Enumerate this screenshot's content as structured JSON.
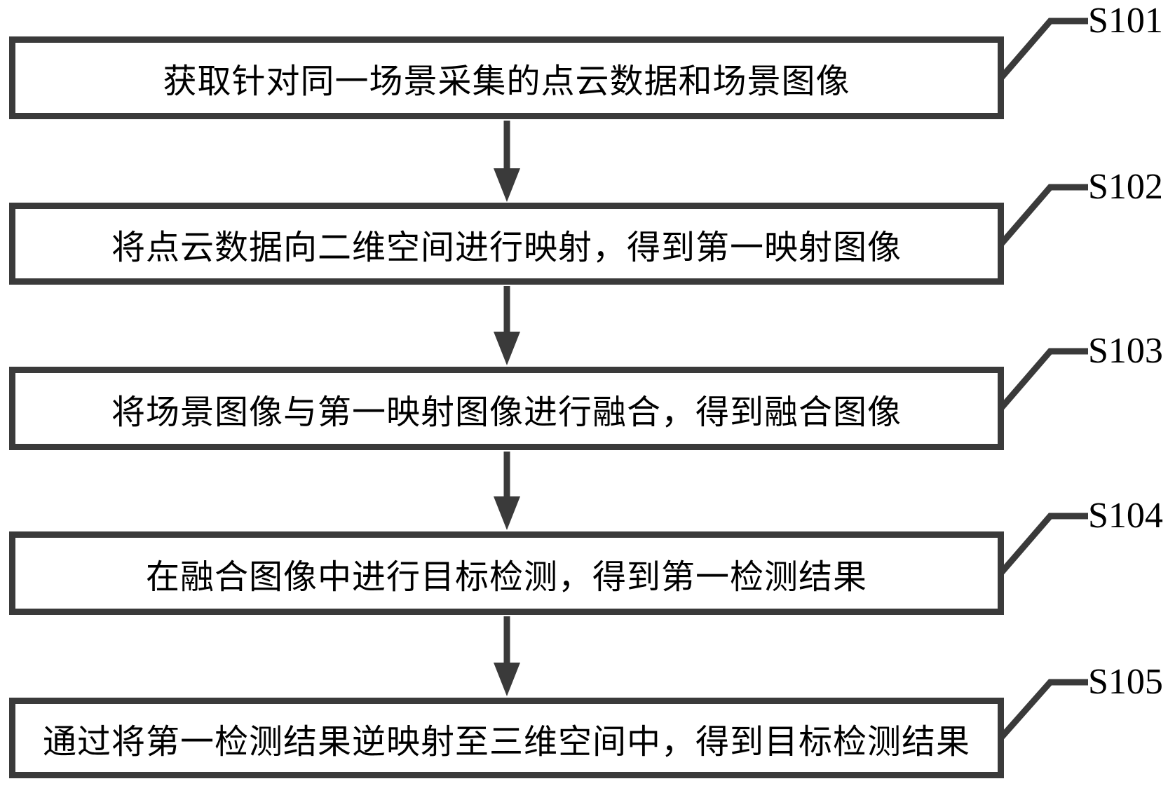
{
  "figure": {
    "type": "flowchart",
    "background_color": "#ffffff",
    "line_color": "#3a3a3a",
    "text_color": "#000000"
  },
  "steps": [
    {
      "label": "S101",
      "text": "获取针对同一场景采集的点云数据和场景图像"
    },
    {
      "label": "S102",
      "text": "将点云数据向二维空间进行映射，得到第一映射图像"
    },
    {
      "label": "S103",
      "text": "将场景图像与第一映射图像进行融合，得到融合图像"
    },
    {
      "label": "S104",
      "text": "在融合图像中进行目标检测，得到第一检测结果"
    },
    {
      "label": "S105",
      "text": "通过将第一检测结果逆映射至三维空间中，得到目标检测结果"
    }
  ]
}
